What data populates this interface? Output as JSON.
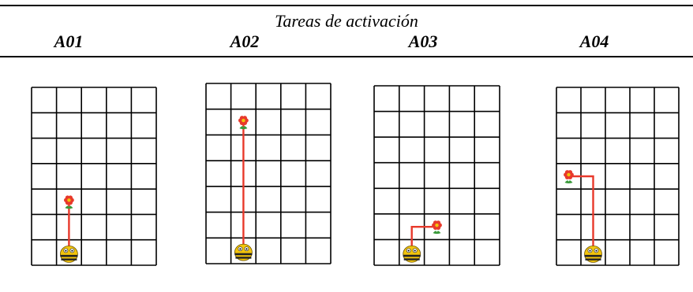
{
  "table": {
    "caption": "Tareas de activación",
    "tasks": [
      {
        "label": "A01",
        "grid": {
          "cols": 5,
          "rows": 7
        },
        "bee_cell": [
          1,
          6
        ],
        "path": [
          [
            1,
            6
          ],
          [
            1,
            4
          ]
        ],
        "flower_cell": [
          1,
          4
        ]
      },
      {
        "label": "A02",
        "grid": {
          "cols": 5,
          "rows": 7
        },
        "bee_cell": [
          1,
          6
        ],
        "path": [
          [
            1,
            6
          ],
          [
            1,
            1
          ]
        ],
        "flower_cell": [
          1,
          1
        ]
      },
      {
        "label": "A03",
        "grid": {
          "cols": 5,
          "rows": 7
        },
        "bee_cell": [
          1,
          6
        ],
        "path": [
          [
            1,
            6
          ],
          [
            1,
            5
          ],
          [
            2,
            5
          ]
        ],
        "flower_cell": [
          2,
          5
        ]
      },
      {
        "label": "A04",
        "grid": {
          "cols": 5,
          "rows": 7
        },
        "bee_cell": [
          1,
          6
        ],
        "path": [
          [
            1,
            6
          ],
          [
            1,
            3
          ],
          [
            0,
            3
          ]
        ],
        "flower_cell": [
          0,
          3
        ]
      }
    ]
  },
  "colors": {
    "path": "#e8392b",
    "grid": "#000000",
    "bee_body": "#f2c40c",
    "bee_stripe": "#222222",
    "flower_petal": "#e8392b",
    "flower_center": "#f2c40c",
    "leaf": "#3a9a3a"
  },
  "icons": {
    "robot": "bee-bot-icon",
    "target": "flower-icon"
  }
}
